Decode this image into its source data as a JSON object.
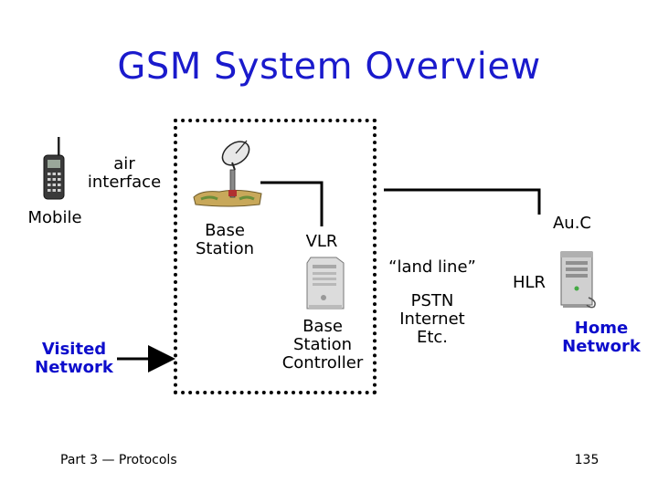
{
  "slide": {
    "title": "GSM System Overview",
    "footer_left": "Part 3 — Protocols",
    "page_number": "135"
  },
  "labels": {
    "air_interface_line1": "air",
    "air_interface_line2": "interface",
    "mobile": "Mobile",
    "base_station_line1": "Base",
    "base_station_line2": "Station",
    "vlr": "VLR",
    "bsc_line1": "Base",
    "bsc_line2": "Station",
    "bsc_line3": "Controller",
    "land_line": "“land line”",
    "pstn_line1": "PSTN",
    "pstn_line2": "Internet",
    "pstn_line3": "Etc.",
    "auc": "Au.C",
    "hlr": "HLR",
    "home_network_line1": "Home",
    "home_network_line2": "Network",
    "visited_network_line1": "Visited",
    "visited_network_line2": "Network"
  },
  "icons": {
    "mobile": "mobile-phone-icon",
    "base_station": "satellite-dish-icon",
    "bsc": "server-computer-icon",
    "hlr": "server-tower-icon"
  },
  "colors": {
    "title": "#1a1acc",
    "network_label": "#0d0dcc"
  }
}
